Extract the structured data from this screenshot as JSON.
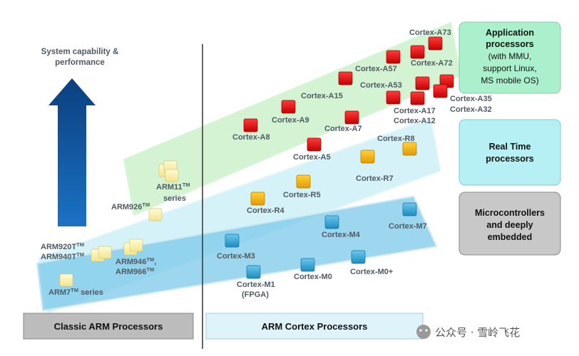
{
  "axis": {
    "label_line1": "System capability &",
    "label_line2": "performance"
  },
  "categories": {
    "application": {
      "lines": [
        "Application",
        "processors",
        "(with MMU,",
        "support Linux,",
        "MS mobile OS)"
      ],
      "color": "#aaf0cc"
    },
    "realtime": {
      "lines": [
        "Real Time",
        "processors"
      ],
      "color": "#b6f0f5"
    },
    "micro": {
      "lines": [
        "Microcontrollers",
        "and deeply",
        "embedded"
      ],
      "color": "#c8c8c8"
    }
  },
  "footers": {
    "classic": "Classic ARM Processors",
    "cortex": "ARM Cortex Processors"
  },
  "watermark": "公众号 · 雪岭飞花",
  "classic": {
    "arm7": {
      "main": "ARM7",
      "sup": "TM",
      "rest": " series"
    },
    "arm920": {
      "main": "ARM920T",
      "sup": "TM"
    },
    "arm940": {
      "main": "ARM940T",
      "sup": "TM"
    },
    "arm926": {
      "main": "ARM926",
      "sup": "TM"
    },
    "arm946": {
      "main": "ARM946",
      "sup": "TM",
      "rest": ","
    },
    "arm966": {
      "main": "ARM966",
      "sup": "TM"
    },
    "arm11": {
      "main": "ARM11",
      "sup": "TM",
      "line2": "series"
    }
  },
  "cortex_a": [
    "Cortex-A73",
    "Cortex-A72",
    "Cortex-A57",
    "Cortex-A53",
    "Cortex-A35",
    "Cortex-A32",
    "Cortex-A17",
    "Cortex-A12",
    "Cortex-A15",
    "Cortex-A9",
    "Cortex-A8",
    "Cortex-A7",
    "Cortex-A5"
  ],
  "cortex_r": [
    "Cortex-R8",
    "Cortex-R7",
    "Cortex-R5",
    "Cortex-R4"
  ],
  "cortex_m": [
    "Cortex-M7",
    "Cortex-M4",
    "Cortex-M3",
    "Cortex-M1",
    "(FPGA)",
    "Cortex-M0",
    "Cortex-M0+"
  ],
  "colors": {
    "red": "#e01010",
    "orange": "#f5b800",
    "blue": "#3aa6d6",
    "pale": "#fff2a8",
    "arrow": "#0e4a8e"
  }
}
